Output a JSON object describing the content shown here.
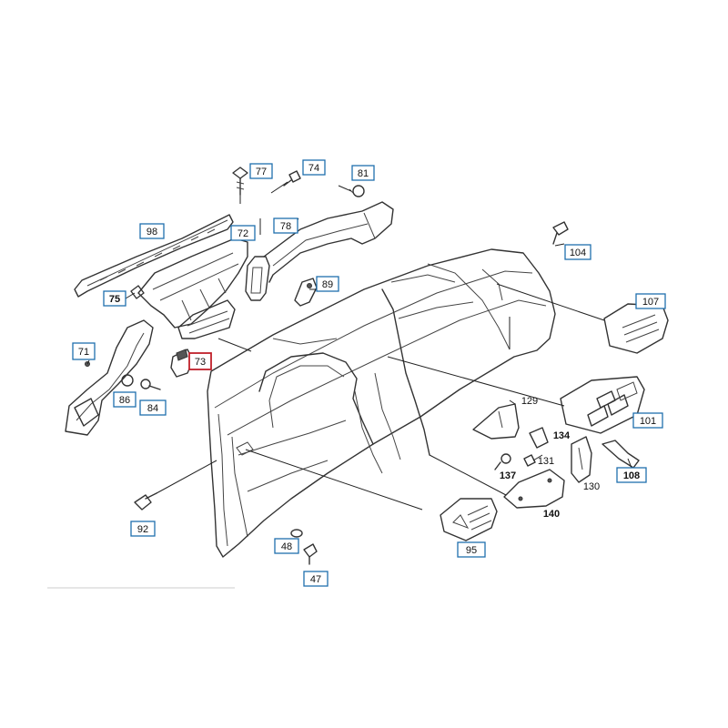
{
  "colors": {
    "box_border": "#1f6fae",
    "highlight_border": "#c0202a",
    "line": "#333333"
  },
  "labels": {
    "l77": "77",
    "l74": "74",
    "l81": "81",
    "l98": "98",
    "l72": "72",
    "l78": "78",
    "l104": "104",
    "l75": "75",
    "l89": "89",
    "l107": "107",
    "l71": "71",
    "l73": "73",
    "l86": "86",
    "l84": "84",
    "l129": "129",
    "l101": "101",
    "l134": "134",
    "l131": "131",
    "l137": "137",
    "l130": "130",
    "l108": "108",
    "l140": "140",
    "l92": "92",
    "l95": "95",
    "l48": "48",
    "l47": "47"
  }
}
